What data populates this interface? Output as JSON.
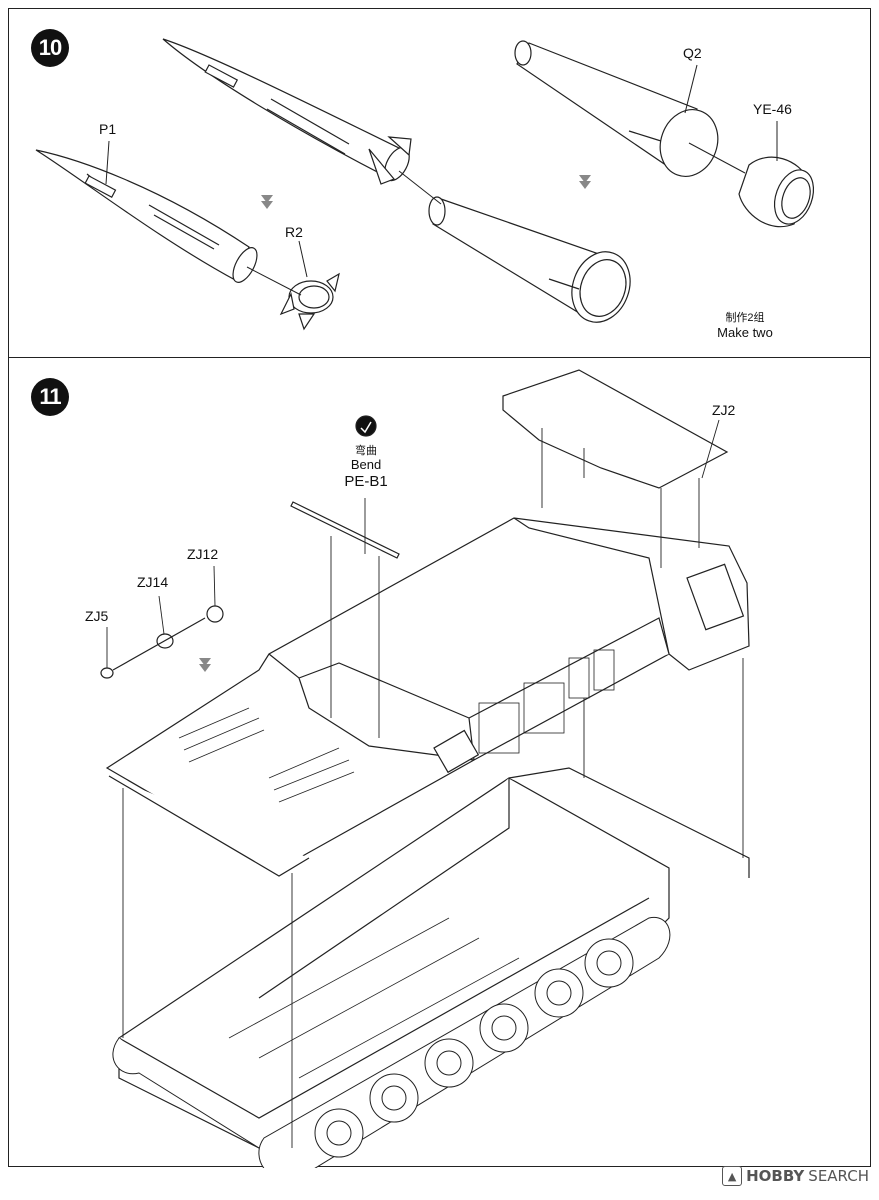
{
  "step10": {
    "number": "10",
    "parts": {
      "p1": "P1",
      "r2": "R2",
      "q2": "Q2",
      "ye46": "YE-46"
    },
    "note_cn": "制作2组",
    "note_en": "Make two"
  },
  "step11": {
    "number": "11",
    "parts": {
      "zj2": "ZJ2",
      "zj5": "ZJ5",
      "zj14": "ZJ14",
      "zj12": "ZJ12",
      "pe_b1": "PE-B1"
    },
    "bend_cn": "弯曲",
    "bend_en": "Bend"
  },
  "watermark": {
    "brand_a": "HOBBY",
    "brand_b": "SEARCH"
  }
}
